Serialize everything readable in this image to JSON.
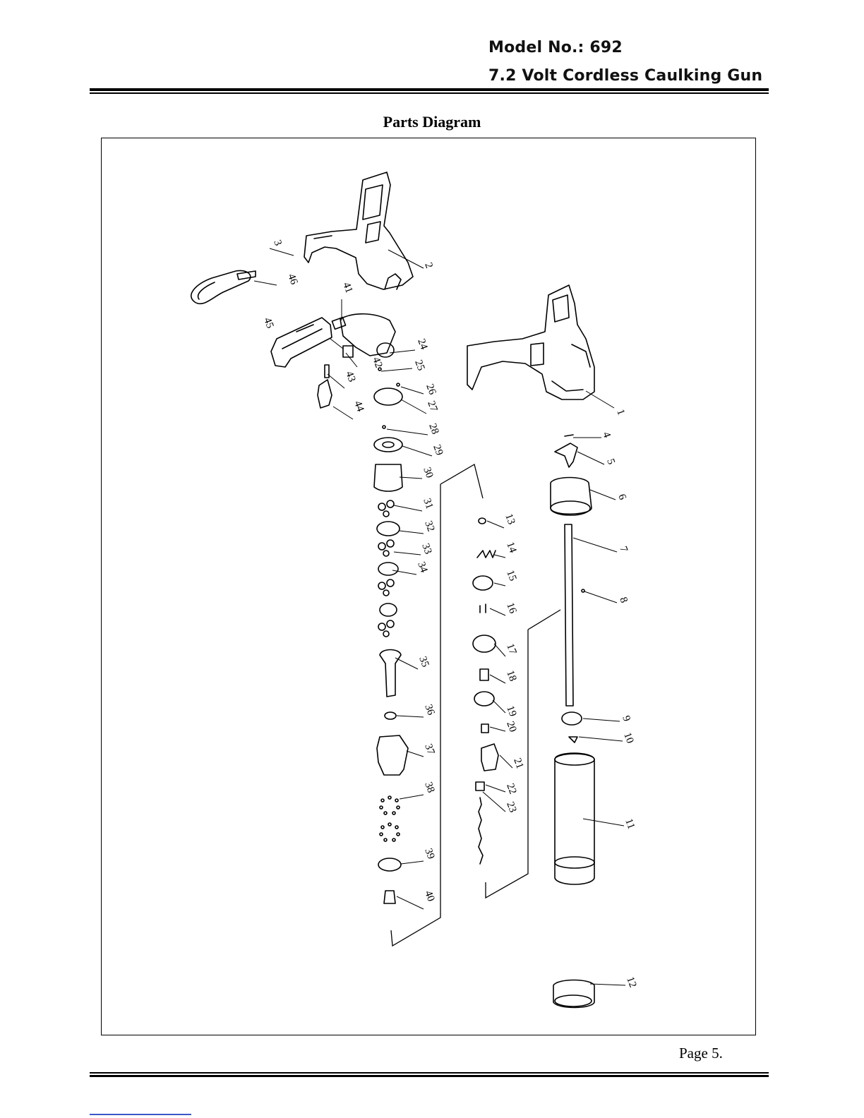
{
  "header": {
    "model": "Model No.: 692",
    "product": "7.2 Volt Cordless Caulking Gun"
  },
  "diagram": {
    "title": "Parts Diagram",
    "callouts": [
      "1",
      "2",
      "3",
      "4",
      "5",
      "6",
      "7",
      "8",
      "9",
      "10",
      "11",
      "12",
      "13",
      "14",
      "15",
      "16",
      "17",
      "18",
      "19",
      "20",
      "21",
      "22",
      "23",
      "24",
      "25",
      "26",
      "27",
      "28",
      "29",
      "30",
      "31",
      "32",
      "33",
      "34",
      "35",
      "36",
      "37",
      "38",
      "39",
      "40",
      "41",
      "42",
      "43",
      "44",
      "45",
      "46"
    ]
  },
  "footer": {
    "page": "Page 5."
  }
}
